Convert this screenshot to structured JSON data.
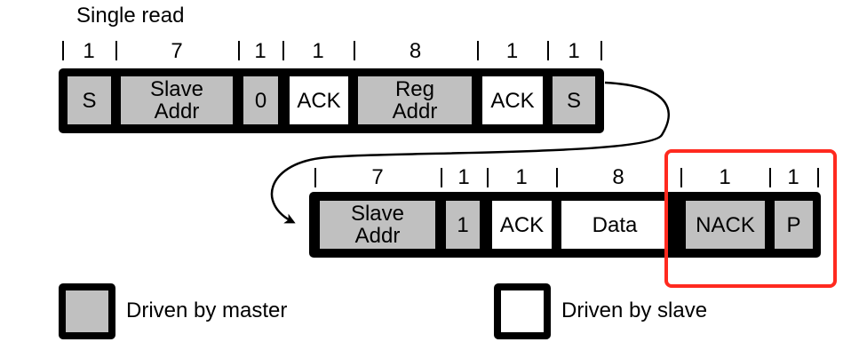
{
  "title": "Single read",
  "colors": {
    "master_fill": "#c0c0c0",
    "slave_fill": "#ffffff",
    "frame": "#000000",
    "highlight": "#ff2a1f"
  },
  "row1": {
    "fields": [
      {
        "label": "S",
        "bits": "1",
        "driver": "master"
      },
      {
        "label": "Slave\nAddr",
        "bits": "7",
        "driver": "master"
      },
      {
        "label": "0",
        "bits": "1",
        "driver": "master"
      },
      {
        "label": "ACK",
        "bits": "1",
        "driver": "slave"
      },
      {
        "label": "Reg\nAddr",
        "bits": "8",
        "driver": "master"
      },
      {
        "label": "ACK",
        "bits": "1",
        "driver": "slave"
      },
      {
        "label": "S",
        "bits": "1",
        "driver": "master"
      }
    ]
  },
  "row2": {
    "fields": [
      {
        "label": "Slave\nAddr",
        "bits": "7",
        "driver": "master"
      },
      {
        "label": "1",
        "bits": "1",
        "driver": "master"
      },
      {
        "label": "ACK",
        "bits": "1",
        "driver": "slave"
      },
      {
        "label": "Data",
        "bits": "8",
        "driver": "slave"
      },
      {
        "label": "NACK",
        "bits": "1",
        "driver": "master"
      },
      {
        "label": "P",
        "bits": "1",
        "driver": "master"
      }
    ]
  },
  "highlighted_fields": [
    "NACK",
    "P"
  ],
  "legend": {
    "master": "Driven by master",
    "slave": "Driven by slave"
  }
}
